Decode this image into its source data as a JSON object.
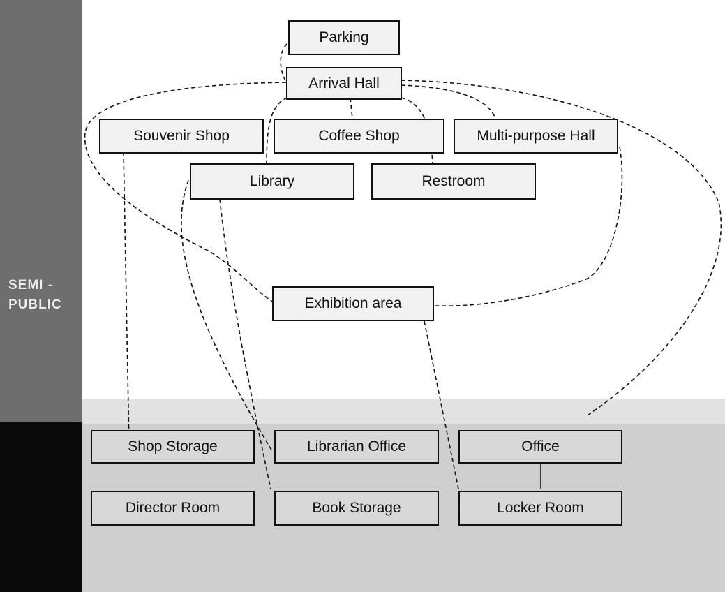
{
  "zones": {
    "semi_public_line1": "SEMI -",
    "semi_public_line2": "PUBLIC"
  },
  "nodes": {
    "parking": "Parking",
    "arrival_hall": "Arrival Hall",
    "souvenir_shop": "Souvenir Shop",
    "coffee_shop": "Coffee Shop",
    "multipurpose_hall": "Multi-purpose Hall",
    "library": "Library",
    "restroom": "Restroom",
    "exhibition_area": "Exhibition area",
    "shop_storage": "Shop Storage",
    "librarian_office": "Librarian Office",
    "office": "Office",
    "director_room": "Director Room",
    "book_storage": "Book Storage",
    "locker_room": "Locker Room"
  },
  "colors": {
    "line": "#111111",
    "semi_public_bar": "#6e6e6e",
    "private_bar": "#0a0a0a",
    "private_band": "#cfcfcf"
  }
}
